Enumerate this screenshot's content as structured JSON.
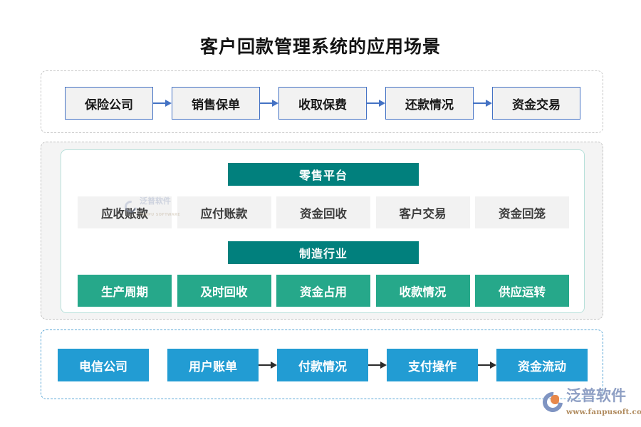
{
  "page": {
    "title": "客户回款管理系统的应用场景",
    "colors": {
      "insurance_box_fill": "#F2F2F2",
      "insurance_box_border": "#4472C4",
      "insurance_arrow": "#4472C4",
      "banner_teal": "#01807D",
      "tile_gray": "#F2F2F2",
      "tile_green": "#26A88A",
      "telecom_blue": "#229CD3",
      "telecom_arrow": "#2B2B2B",
      "dashed_border_gray": "#C6C6C6",
      "dashed_border_blue": "#5BA7D6",
      "inner_card_border": "#B7E0DA",
      "middle_section_fill": "#F4F4F4"
    }
  },
  "insurance_flow": {
    "steps": [
      {
        "label": "保险公司"
      },
      {
        "label": "销售保单"
      },
      {
        "label": "收取保费"
      },
      {
        "label": "还款情况"
      },
      {
        "label": "资金交易"
      }
    ],
    "arrows": [
      "arrow-right-icon",
      "arrow-right-icon",
      "arrow-right-icon",
      "arrow-right-icon"
    ]
  },
  "middle": {
    "groups": [
      {
        "banner": "零售平台",
        "style": "gray",
        "tiles": [
          {
            "label": "应收账款"
          },
          {
            "label": "应付账款"
          },
          {
            "label": "资金回收"
          },
          {
            "label": "客户交易"
          },
          {
            "label": "资金回笼"
          }
        ]
      },
      {
        "banner": "制造行业",
        "style": "green",
        "tiles": [
          {
            "label": "生产周期"
          },
          {
            "label": "及时回收"
          },
          {
            "label": "资金占用"
          },
          {
            "label": "收款情况"
          },
          {
            "label": "供应运转"
          }
        ]
      }
    ]
  },
  "telecom_flow": {
    "steps": [
      {
        "label": "电信公司"
      },
      {
        "label": "用户账单"
      },
      {
        "label": "付款情况"
      },
      {
        "label": "支付操作"
      },
      {
        "label": "资金流动"
      }
    ],
    "arrows": [
      "none",
      "arrow-right-icon",
      "arrow-right-icon",
      "arrow-right-icon"
    ]
  },
  "watermark": {
    "cn": "泛普软件",
    "en": "FANPU SOFTWARE"
  },
  "brand": {
    "cn": "泛普软件",
    "en": "www.fanpusoft.com"
  }
}
